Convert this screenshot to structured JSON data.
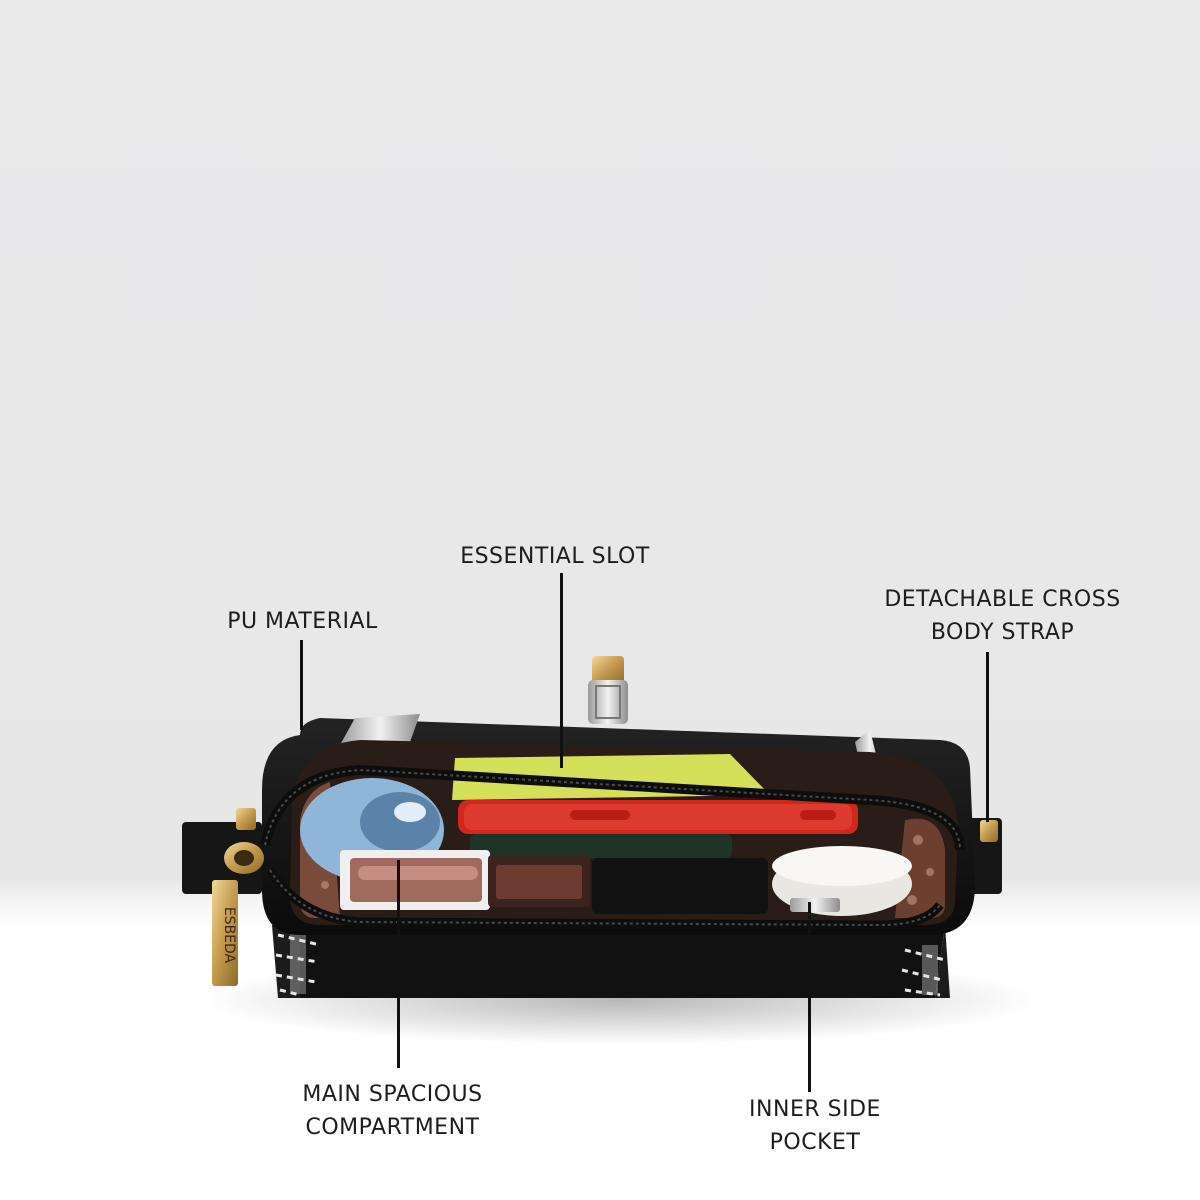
{
  "labels": {
    "essential_slot": "ESSENTIAL SLOT",
    "pu_material": "PU MATERIAL",
    "strap": [
      "DETACHABLE CROSS",
      "BODY STRAP"
    ],
    "main_compartment": [
      "MAIN SPACIOUS",
      "COMPARTMENT"
    ],
    "inner_pocket": [
      "INNER SIDE",
      "POCKET"
    ]
  },
  "zipper_tag_text": "ESBEDA",
  "colors": {
    "background": "#e8e8e9",
    "floor": "#ffffff",
    "bag": "#141414",
    "leader": "#111111",
    "hardware_gold": "#c9a45a"
  }
}
